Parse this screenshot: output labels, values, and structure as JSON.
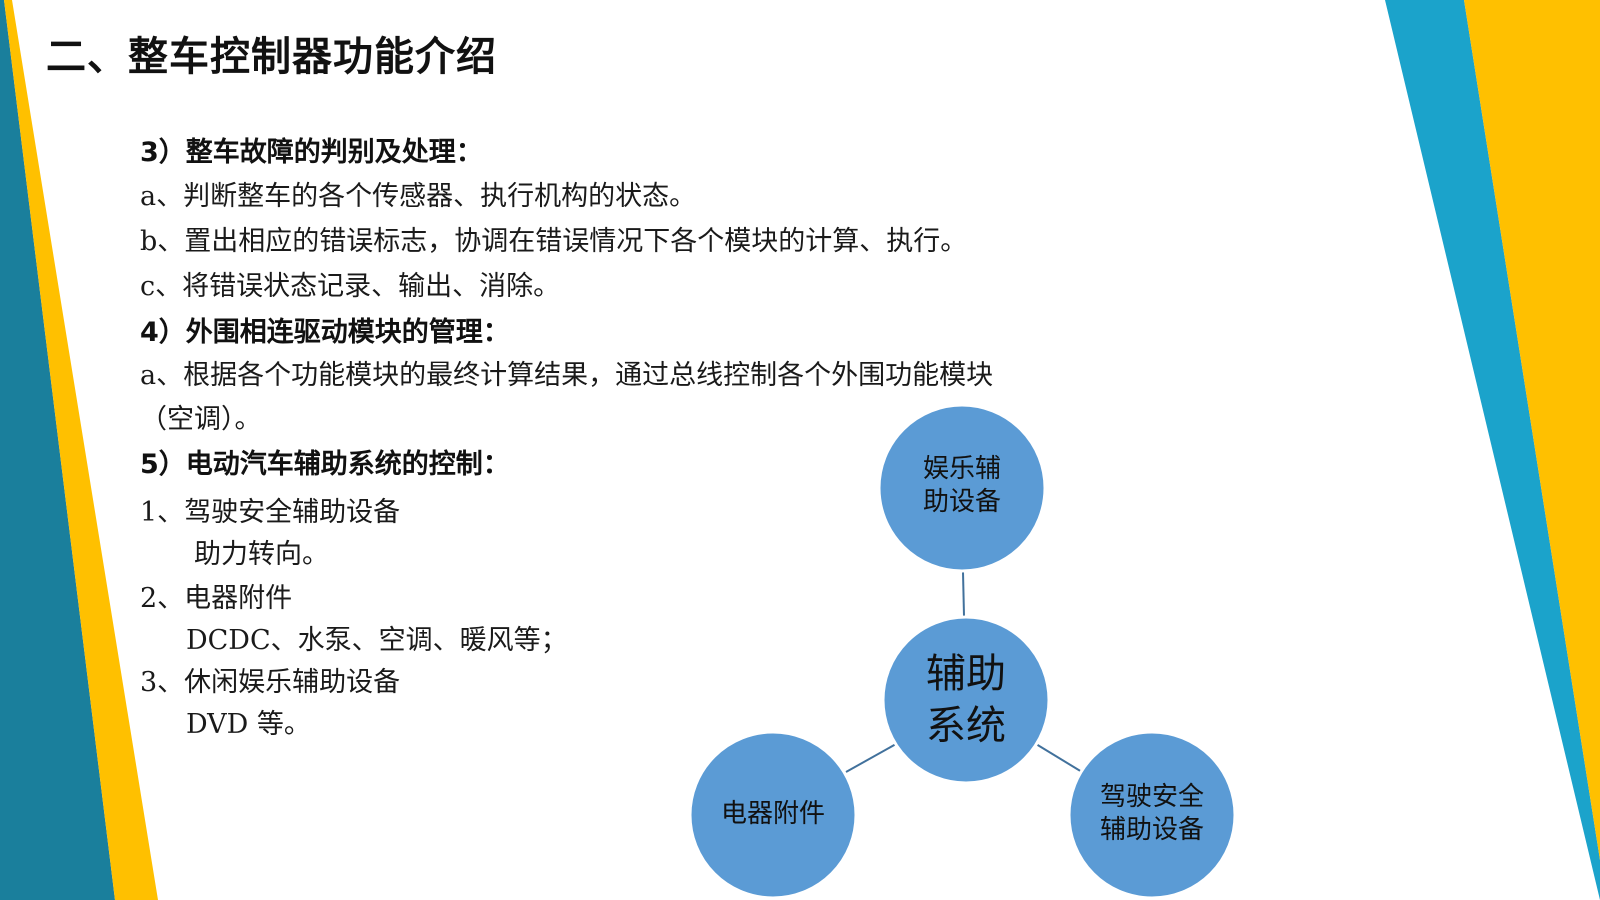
{
  "slide": {
    "title": "二、整车控制器功能介绍",
    "colors": {
      "teal": "#1a7f9c",
      "blue": "#1ba3cb",
      "yellow": "#ffc000",
      "node_fill": "#5b9bd5",
      "node_stroke": "#ffffff",
      "connector": "#41719c"
    },
    "lines": [
      "3）整车故障的判别及处理：",
      "a、判断整车的各个传感器、执行机构的状态。",
      "b、置出相应的错误标志，协调在错误情况下各个模块的计算、执行。",
      "c、将错误状态记录、输出、消除。",
      "4）外围相连驱动模块的管理：",
      "a、根据各个功能模块的最终计算结果，通过总线控制各个外围功能模块",
      "（空调）。",
      "5）电动汽车辅助系统的控制：",
      "1、驾驶安全辅助设备",
      "助力转向。",
      "2、电器附件",
      "DCDC、水泵、空调、暖风等；",
      "3、休闲娱乐辅助设备",
      "DVD 等。"
    ],
    "diagram": {
      "center": "辅助系统",
      "top": "娱乐辅助设备",
      "left": "电器附件",
      "right": "驾驶安全辅助设备"
    }
  }
}
